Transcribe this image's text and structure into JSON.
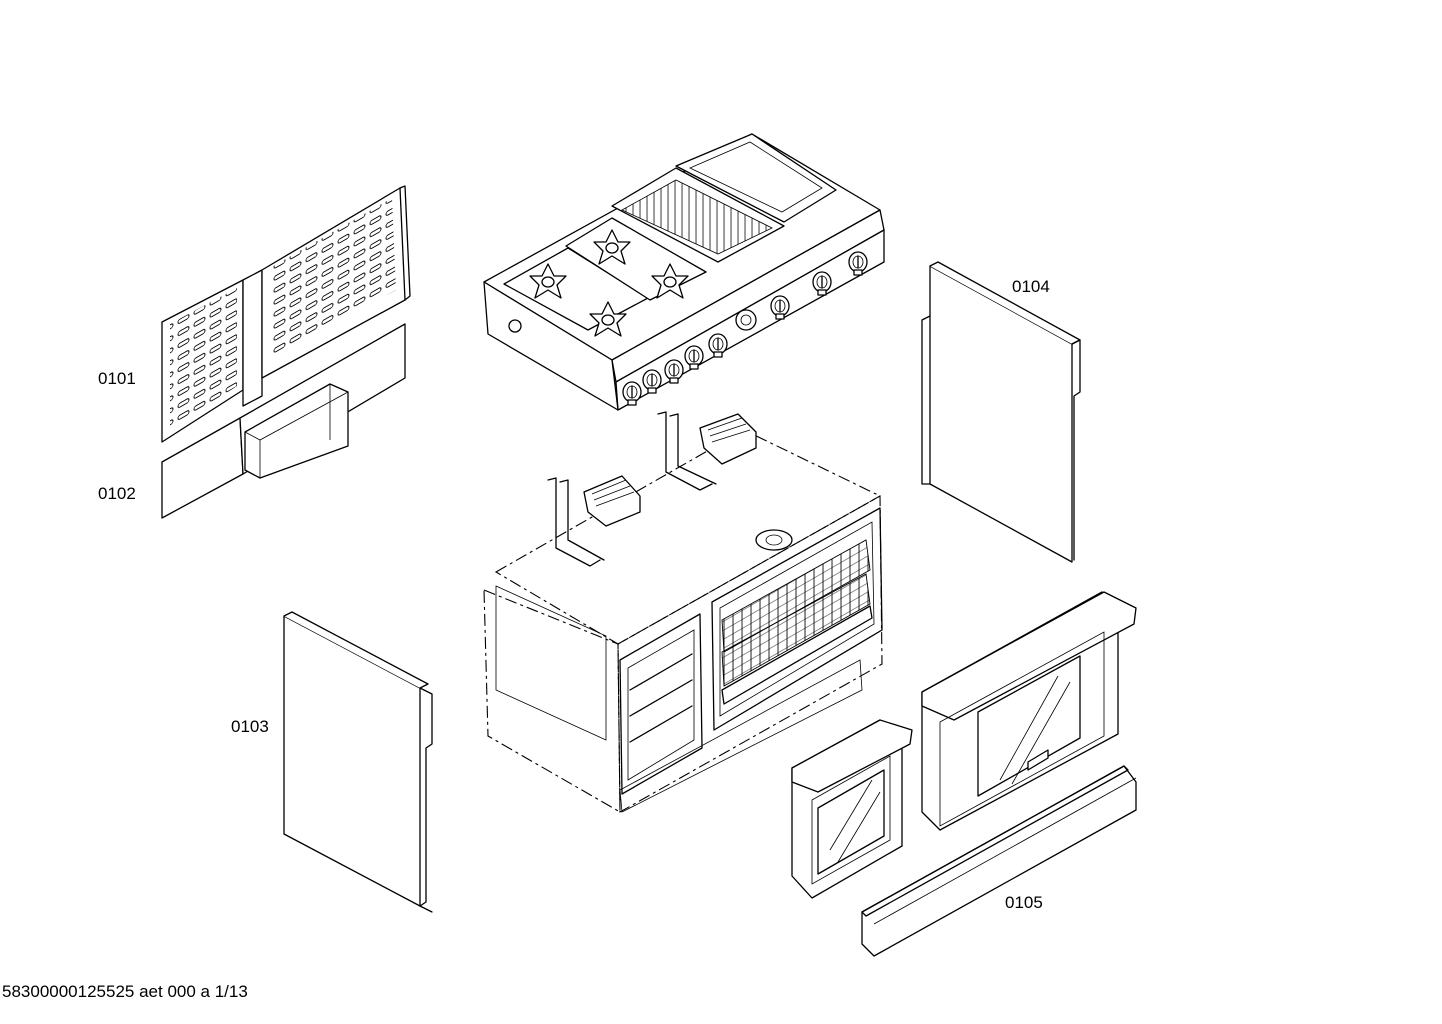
{
  "diagram": {
    "parts": [
      {
        "id": "0101",
        "label": "0101"
      },
      {
        "id": "0102",
        "label": "0102"
      },
      {
        "id": "0103",
        "label": "0103"
      },
      {
        "id": "0104",
        "label": "0104"
      },
      {
        "id": "0105",
        "label": "0105"
      }
    ],
    "footer": "58300000125525 aet 000 a 1/13"
  }
}
